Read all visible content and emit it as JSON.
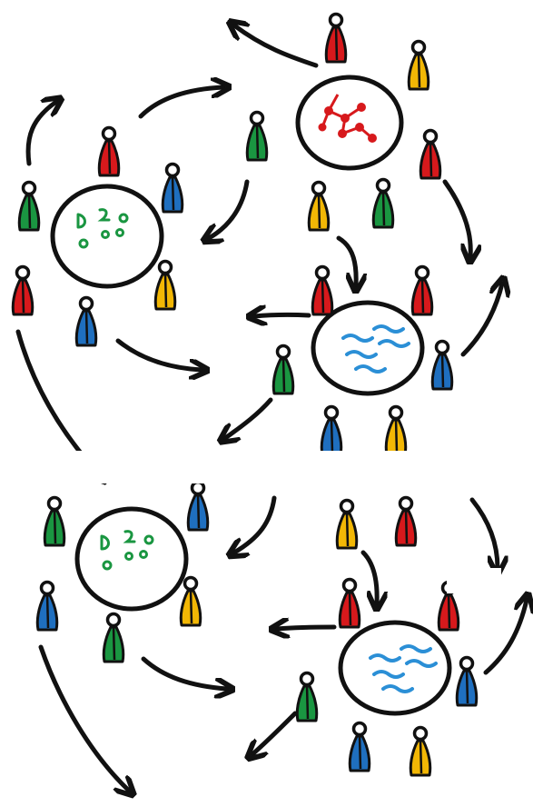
{
  "colors": {
    "red": "#d7191c",
    "green": "#1a9641",
    "blue": "#1f6fbf",
    "yellow": "#f2b705",
    "ink": "#111111",
    "water": "#2b8fd6"
  },
  "hubs": [
    {
      "name": "network-hub",
      "icon": "red-network-icon",
      "color": "red"
    },
    {
      "name": "community-hub",
      "icon": "green-dots-icon",
      "color": "green"
    },
    {
      "name": "water-hub",
      "icon": "blue-waves-icon",
      "color": "blue"
    },
    {
      "name": "community-hub-repeat",
      "icon": "green-dots-icon",
      "color": "green"
    },
    {
      "name": "water-hub-repeat",
      "icon": "blue-waves-icon",
      "color": "blue"
    }
  ],
  "people": [
    {
      "color": "red"
    },
    {
      "color": "yellow"
    },
    {
      "color": "green"
    },
    {
      "color": "red"
    },
    {
      "color": "yellow"
    },
    {
      "color": "green"
    },
    {
      "color": "red"
    },
    {
      "color": "blue"
    },
    {
      "color": "green"
    },
    {
      "color": "yellow"
    },
    {
      "color": "red"
    },
    {
      "color": "blue"
    },
    {
      "color": "red"
    },
    {
      "color": "red"
    },
    {
      "color": "blue"
    },
    {
      "color": "green"
    },
    {
      "color": "blue"
    },
    {
      "color": "yellow"
    },
    {
      "color": "green"
    },
    {
      "color": "blue"
    },
    {
      "color": "yellow"
    },
    {
      "color": "red"
    },
    {
      "color": "blue"
    },
    {
      "color": "yellow"
    },
    {
      "color": "green"
    },
    {
      "color": "red"
    },
    {
      "color": "red"
    },
    {
      "color": "blue"
    },
    {
      "color": "green"
    },
    {
      "color": "blue"
    },
    {
      "color": "yellow"
    }
  ]
}
